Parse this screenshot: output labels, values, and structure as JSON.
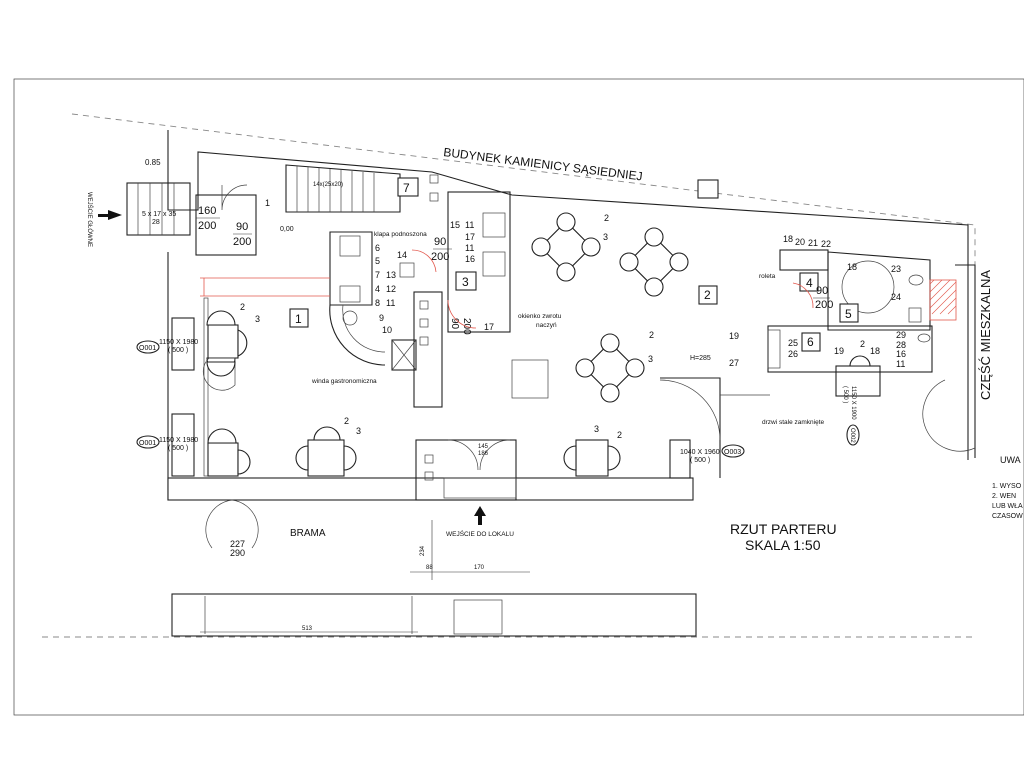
{
  "title": "RZUT PARTERU",
  "scale": "SKALA 1:50",
  "neighbor_building": "BUDYNEK KAMIENICY SĄSIEDNIEJ",
  "residential_part": "CZĘŚĆ MIESZKALNA",
  "gate_label": "BRAMA",
  "entrance_label": "WEJŚCIE DO LOKALU",
  "main_entrance_side": "WEJŚCIE GŁÓWNE",
  "notes_header": "UWA",
  "notes_lines": [
    "1. WYSO",
    "2.  WEN",
    "LUB WŁA",
    "CZASOW"
  ],
  "annotations": {
    "klapa": "klapa podnoszona",
    "winda": "winda gastronomiczna",
    "okienko": "okienko zwrotu",
    "okienko2": "naczyń",
    "roleta": "roleta",
    "drzwi": "drzwi stale zamknięte",
    "height": "H=285",
    "stairs_top": "14x(25x20)",
    "steps_left_1": "5 x 17 x 35",
    "steps_left_2": "28",
    "level1": "0.85",
    "level2": "0,00"
  },
  "rooms": [
    "1",
    "2",
    "3",
    "4",
    "5",
    "6",
    "7"
  ],
  "doors": [
    {
      "w": "160",
      "h": "200"
    },
    {
      "w": "90",
      "h": "200"
    },
    {
      "w": "90",
      "h": "200"
    },
    {
      "w": "90",
      "h": "200"
    },
    {
      "w": "90",
      "h": "200"
    }
  ],
  "windows": [
    {
      "id": "O001",
      "size": "1150 X 1980",
      "sub": "( 500 )"
    },
    {
      "id": "O001",
      "size": "1150 X 1980",
      "sub": "( 500 )"
    },
    {
      "id": "O003",
      "size": "1040 X 1960",
      "sub": "( 500 )"
    },
    {
      "id": "O002",
      "size": "1150 X 1900",
      "sub": "( 500 )"
    }
  ],
  "gate_dims": [
    "227",
    "290"
  ],
  "dims": [
    "234",
    "88",
    "170",
    "513",
    "145",
    "186"
  ],
  "equip_left": [
    "6",
    "5",
    "7",
    "13",
    "4",
    "12",
    "14",
    "8",
    "11",
    "9",
    "10"
  ],
  "equip_mid": [
    "15",
    "11",
    "17",
    "11",
    "16",
    "17"
  ],
  "equip_wc": [
    "18",
    "20",
    "21",
    "22",
    "18",
    "23",
    "24",
    "25",
    "26",
    "19",
    "29",
    "28",
    "16",
    "11",
    "19",
    "27",
    "18"
  ],
  "furniture_labels": [
    "2",
    "3",
    "2",
    "3",
    "2",
    "3",
    "2",
    "3",
    "2",
    "3",
    "3",
    "2"
  ]
}
